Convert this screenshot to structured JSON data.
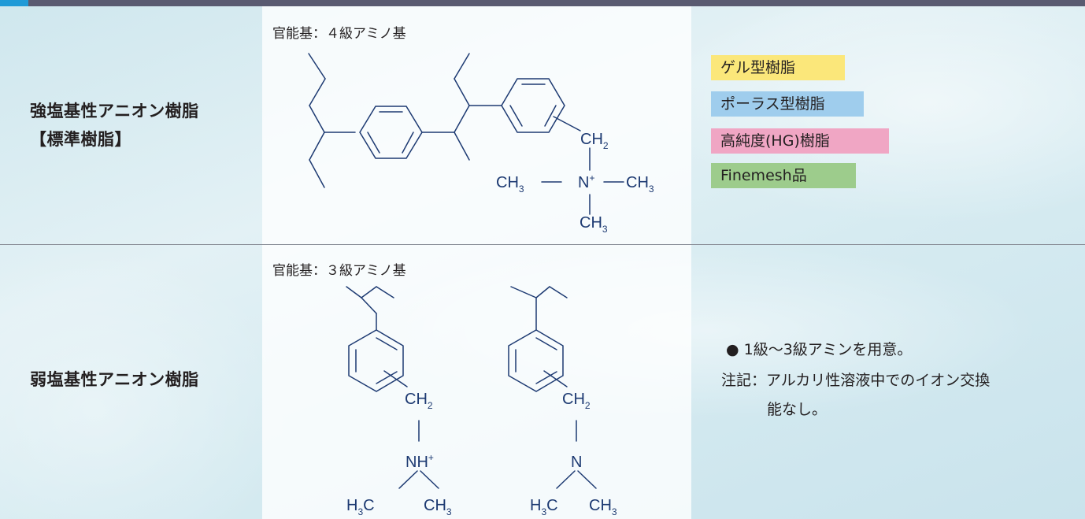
{
  "rows": [
    {
      "resin_name_line1": "強塩基性アニオン樹脂",
      "resin_name_line2": "【標準樹脂】",
      "functional_group": "官能基：４級アミノ基",
      "structure": {
        "ch2": "CH",
        "ch2_sub": "2",
        "n_plus": "N",
        "n_charge": "+",
        "ch3_left": "CH",
        "ch3_right": "CH",
        "ch3_bottom": "CH",
        "sub3": "3"
      },
      "tags": [
        {
          "label": "ゲル型樹脂",
          "color": "#fbe77a"
        },
        {
          "label": "ポーラス型樹脂",
          "color": "#9fcded"
        },
        {
          "label": "高純度(HG)樹脂",
          "color": "#f0a6c4"
        },
        {
          "label": "Finemesh品",
          "color": "#9dcc8c"
        }
      ]
    },
    {
      "resin_name": "弱塩基性アニオン樹脂",
      "functional_group": "官能基：３級アミノ基",
      "structure_left": {
        "ch2": "CH",
        "ch2_sub": "2",
        "nh": "NH",
        "nh_charge": "+",
        "h3c_h": "H",
        "h3c_sub": "3",
        "h3c_c": "C",
        "ch3": "CH",
        "ch3_sub": "3"
      },
      "structure_right": {
        "ch2": "CH",
        "ch2_sub": "2",
        "n": "N",
        "h3c_h": "H",
        "h3c_sub": "3",
        "h3c_c": "C",
        "ch3": "CH",
        "ch3_sub": "3"
      },
      "notes": {
        "bullet_line": "● 1級～3級アミンを用意。",
        "note_line1": "注記：アルカリ性溶液中でのイオン交換",
        "note_line2": "能なし。"
      }
    }
  ],
  "colors": {
    "header_bar": "#5a5b71",
    "header_accent": "#1f9ad7",
    "structure_ink": "#1d3a72"
  }
}
